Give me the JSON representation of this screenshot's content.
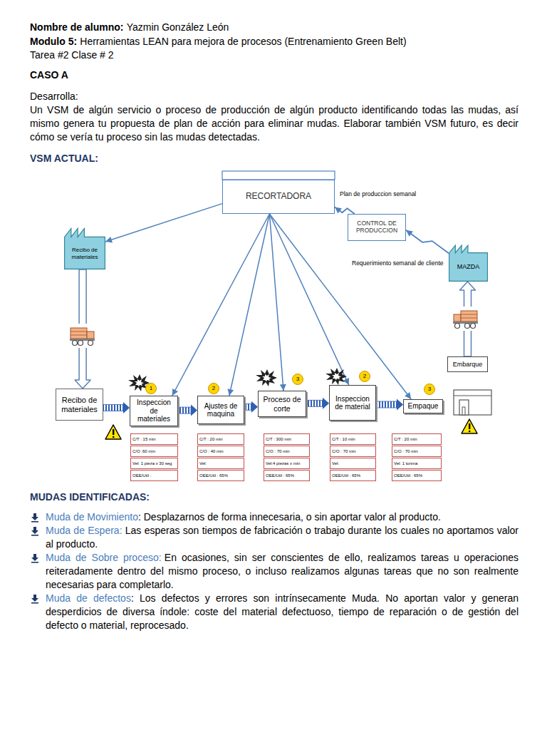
{
  "diagram": {
    "nodes": [
      {
        "text": [
          "RECORTADORA"
        ]
      },
      {
        "text": [
          "CONTROL DE PRODUCCION"
        ]
      },
      {
        "text": [
          "Recibo de materiales"
        ]
      },
      {
        "text": [
          "MAZDA"
        ]
      },
      {
        "text": [
          "Embarque"
        ]
      },
      {
        "text": [
          "Recibo de materiales"
        ]
      },
      {
        "text": [
          "Inspeccion de materiales"
        ]
      },
      {
        "text": [
          "Ajustes de maquina"
        ]
      },
      {
        "text": [
          "Proceso de corte"
        ]
      },
      {
        "text": [
          "Inspeccion de material"
        ]
      },
      {
        "text": [
          "Empaque"
        ]
      },
      {
        "text": [
          "C/T : 15 min",
          "C/O :60 min",
          "Vel: 1 pieza x 30 seg",
          "OEE/Util :"
        ]
      },
      {
        "text": [
          "C/T : 20 min",
          "C/O : 40 min",
          "Vel:",
          "OEE/Util : 65%"
        ]
      },
      {
        "text": [
          "C/T : 300 min",
          "C/O : 70 min",
          "Vel:4 piezas x min",
          "OEE/Util : 65%"
        ]
      },
      {
        "text": [
          "C/T : 10 min",
          "C/O : 70 min",
          "Vel:",
          "OEE/Util : 65%"
        ]
      },
      {
        "text": [
          "C/T : 20 min",
          "C/O : 70 min",
          "Vel: 1 tonma",
          "OEE/Util : 65%"
        ]
      }
    ],
    "edges": [
      {
        "from": 0,
        "to": 2,
        "arrow": "to"
      },
      {
        "from": 0,
        "to": 6,
        "arrow": "to"
      },
      {
        "from": 0,
        "to": 7,
        "arrow": "to"
      },
      {
        "from": 0,
        "to": 8,
        "arrow": "to"
      },
      {
        "from": 0,
        "to": 9,
        "arrow": "to"
      },
      {
        "from": 0,
        "to": 10,
        "arrow": "to"
      },
      {
        "from": 1,
        "to": 0,
        "label": "Plan de produccion semanal",
        "arrow": "to"
      },
      {
        "from": 3,
        "to": 1,
        "label": "Requerimiento semanal de cliente",
        "arrow": "to"
      },
      {
        "from": 2,
        "to": 5,
        "arrow": "to"
      },
      {
        "from": 5,
        "to": 6,
        "arrow": "to"
      },
      {
        "from": 6,
        "to": 7,
        "arrow": "to"
      },
      {
        "from": 7,
        "to": 8,
        "arrow": "to"
      },
      {
        "from": 8,
        "to": 9,
        "arrow": "to"
      },
      {
        "from": 9,
        "to": 10,
        "arrow": "to"
      },
      {
        "from": 4,
        "to": 3,
        "arrow": "to"
      }
    ],
    "labels": [
      "Nombre de alumno:",
      "Yazmin González León",
      "Modulo 5:",
      "Herramientas LEAN para mejora de procesos (Entrenamiento Green Belt)",
      "Tarea #2 Clase # 2",
      "CASO A",
      "Desarrolla:",
      "Un VSM de algún servicio o proceso de producción de algún producto identificando todas las mudas, así mismo genera tu propuesta de plan de acción para eliminar mudas. Elaborar también VSM futuro, es decir cómo se vería tu proceso sin las mudas detectadas.",
      "VSM ACTUAL:",
      "1",
      "2",
      "3",
      "2",
      "3",
      "MUDAS IDENTIFICADAS:",
      "Muda de Movimiento",
      ": Desplazarnos de forma innecesaria, o sin aportar valor al producto.",
      "Muda de Espera:",
      "Las esperas son tiempos de fabricación o trabajo durante los cuales no aportamos valor al producto.",
      "Muda de Sobre proceso:",
      "En ocasiones, sin ser conscientes de ello, realizamos tareas u operaciones reiteradamente dentro del mismo proceso, o incluso realizamos algunas tareas que no son realmente necesarias para completarlo.",
      "Muda de defectos",
      ": Los defectos y errores son intrínsecamente Muda. No aportan valor y generan desperdicios de diversa índole: coste del material defectuoso, tiempo de reparación o de gestión del defecto o material, reprocesado."
    ]
  }
}
